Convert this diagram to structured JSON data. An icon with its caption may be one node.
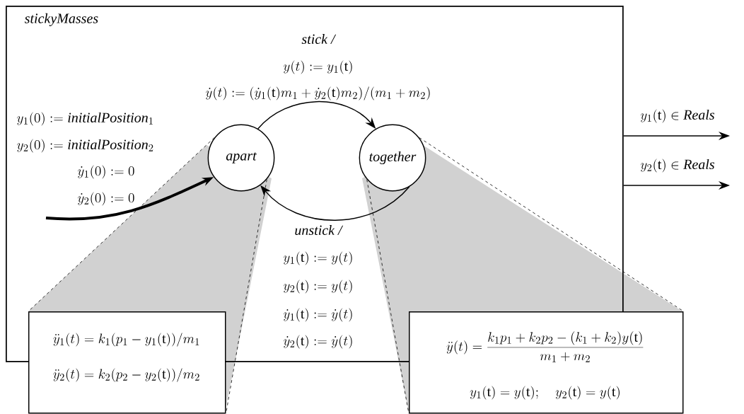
{
  "diagram": {
    "nodes": [
      {
        "text": [
          "stickyMasses"
        ]
      },
      {
        "text": [
          "apart"
        ],
        "in": 0
      },
      {
        "text": [
          "together"
        ],
        "in": 0
      },
      {
        "text": [
          "\\ddot{y}_1(t) = k_1(p_1 - y_1(\\mathrm{t}))/m_1",
          "\\ddot{y}_2(t) = k_2(p_2 - y_2(\\mathrm{t}))/m_2"
        ]
      },
      {
        "text": [
          "\\ddot{y}(t) = \\frac{k_1 p_1 + k_2 p_2 - (k_1+k_2)y(\\mathrm{t})}{m_1+m_2}",
          "y_1(\\mathrm{t}) = y(\\mathrm{t});\\quad y_2(\\mathrm{t}) = y(\\mathrm{t})"
        ]
      }
    ],
    "edges": [
      {
        "from": 1,
        "to": 2,
        "arrow": "to",
        "label": "stick /"
      },
      {
        "from": 2,
        "to": 1,
        "arrow": "to",
        "label": "unstick /"
      },
      {
        "from": null,
        "to": 1,
        "arrow": "to",
        "style": "thick"
      },
      {
        "from": 0,
        "to": null,
        "arrow": "to",
        "label": "y_1(\\mathrm{t}) \\in \\mathit{Reals}"
      },
      {
        "from": 0,
        "to": null,
        "arrow": "to",
        "label": "y_2(\\mathrm{t}) \\in \\mathit{Reals}"
      },
      {
        "from": 1,
        "to": 3,
        "arrow": "none",
        "style": "dashed"
      },
      {
        "from": 1,
        "to": 3,
        "arrow": "none",
        "style": "dashed"
      },
      {
        "from": 2,
        "to": 4,
        "arrow": "none",
        "style": "dashed"
      },
      {
        "from": 2,
        "to": 4,
        "arrow": "none",
        "style": "dashed"
      }
    ],
    "labels": [
      "y(t) := y_1(\\mathrm{t})",
      "\\dot{y}(t) := (\\dot{y}_1(\\mathrm{t})m_1 + \\dot{y}_2(\\mathrm{t})m_2)/(m_1+m_2)",
      "y_1(0) := \\mathit{initialPosition}_1",
      "y_2(0) := \\mathit{initialPosition}_2",
      "\\dot{y}_1(0) := 0",
      "\\dot{y}_2(0) := 0",
      "y_1(\\mathrm{t}) := y(t)",
      "y_2(\\mathrm{t}) := y(t)",
      "\\dot{y}_1(\\mathrm{t}) := \\dot{y}(t)",
      "\\dot{y}_2(\\mathrm{t}) := \\dot{y}(t)"
    ]
  }
}
